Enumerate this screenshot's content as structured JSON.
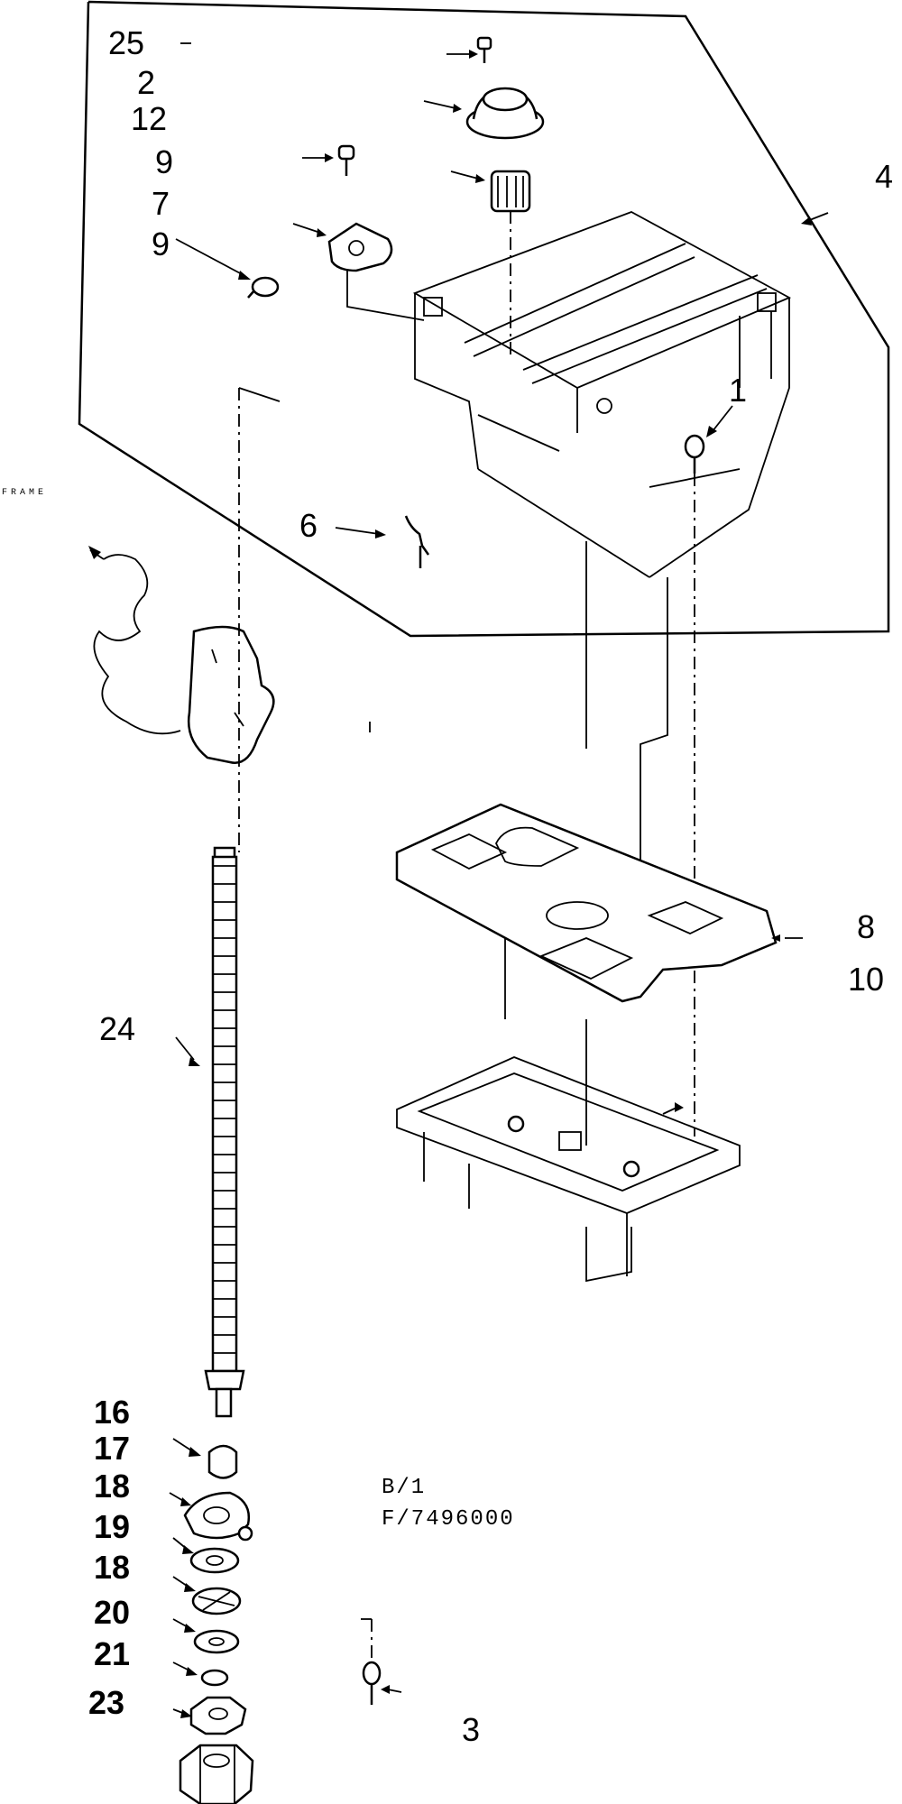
{
  "callouts": {
    "c25": "25",
    "c2": "2",
    "c12": "12",
    "c9a": "9",
    "c7": "7",
    "c9b": "9",
    "c4": "4",
    "c6": "6",
    "c1": "1",
    "c8": "8",
    "c10": "10",
    "c24": "24",
    "c16": "16",
    "c17": "17",
    "c18a": "18",
    "c19": "19",
    "c18b": "18",
    "c20": "20",
    "c21": "21",
    "c23": "23",
    "c3": "3"
  },
  "labels": {
    "frame": "FRAME",
    "ref_b": "B/1",
    "ref_f": "F/7496000"
  }
}
